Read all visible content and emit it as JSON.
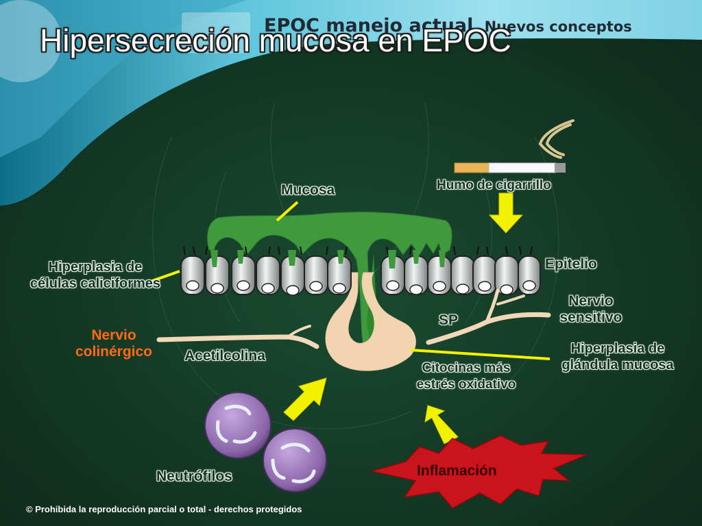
{
  "header": {
    "series_title": "EPOC manejo actual.",
    "series_subtitle": "Nuevos conceptos"
  },
  "slide": {
    "title": "Hipersecreción mucosa en EPOC"
  },
  "labels": {
    "mucosa": "Mucosa",
    "humo": "Humo de cigarrillo",
    "epitelio": "Epitelio",
    "hiperplasia_caliciformes": [
      "Hiperplasia de",
      "células caliciformes"
    ],
    "nervio_sensitivo": [
      "Nervio",
      "sensitivo"
    ],
    "sp": "SP",
    "nervio_colinergico": [
      "Nervio",
      "colinérgico"
    ],
    "acetilcolina": "Acetilcolina",
    "hiperplasia_glandula": [
      "Hiperplasia de",
      "glándula mucosa"
    ],
    "citocinas": [
      "Citocinas más",
      "estrés oxidativo"
    ],
    "inflamacion": "Inflamación",
    "neutrofilos": "Neutrófilos"
  },
  "footer": {
    "copyright": "© Prohibida la reproducción parcial o total - derechos protegidos"
  },
  "colors": {
    "background": "#123322",
    "mucus": "#3f9a3d",
    "cells": "#d8dcdc",
    "gland": "#f2d4b0",
    "nerve": "#f0d8b8",
    "arrow_yellow": "#f2f200",
    "inflammation": "#c8141a",
    "neutrophil": "#9a78b8",
    "orange_label": "#ff6a13"
  }
}
